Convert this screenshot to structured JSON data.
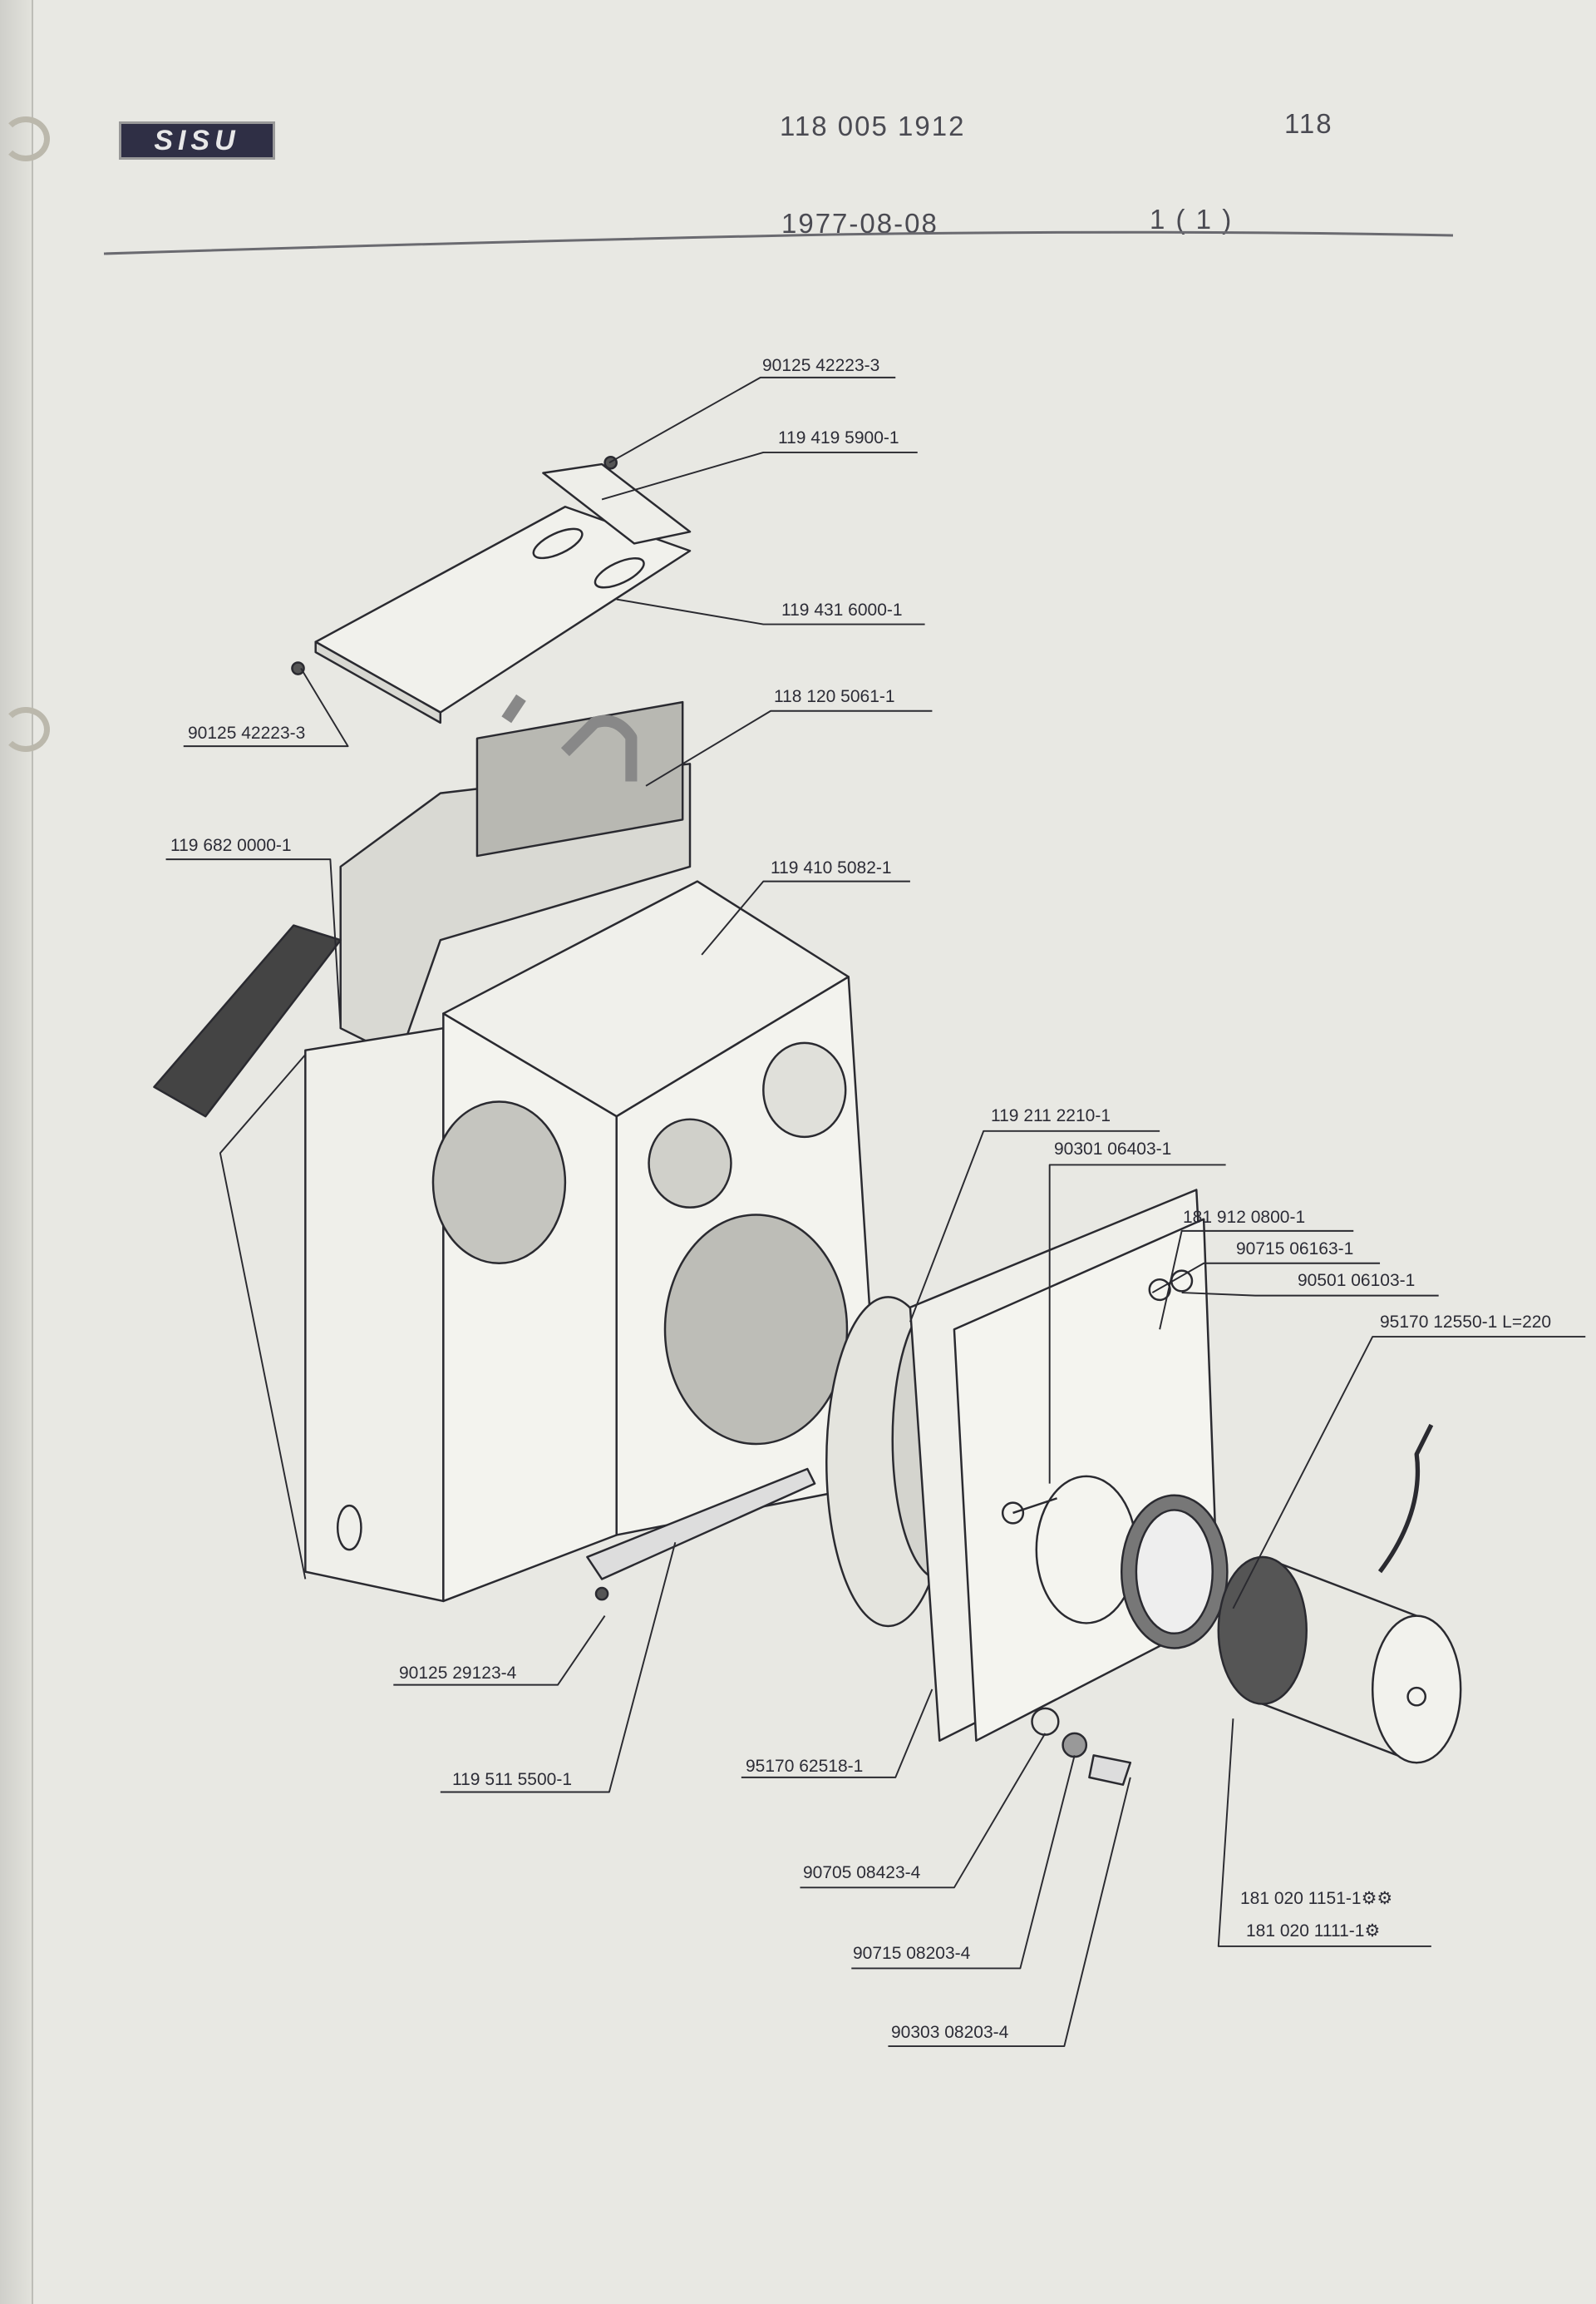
{
  "header": {
    "logo": "SISU",
    "part_number": "118 005 1912",
    "group": "118",
    "date": "1977-08-08",
    "page": "1 ( 1 )"
  },
  "callouts": [
    {
      "id": "screw-top",
      "label": "90125 42223-3"
    },
    {
      "id": "bracket",
      "label": "119 419 5900-1"
    },
    {
      "id": "cover-plate",
      "label": "119 431 6000-1"
    },
    {
      "id": "screw-left",
      "label": "90125 42223-3"
    },
    {
      "id": "heater-core",
      "label": "118 120 5061-1"
    },
    {
      "id": "seal",
      "label": "119 682 0000-1"
    },
    {
      "id": "housing",
      "label": "119 410 5082-1"
    },
    {
      "id": "fan",
      "label": "119 211 2210-1"
    },
    {
      "id": "bolt-plate",
      "label": "90301 06403-1"
    },
    {
      "id": "gasket",
      "label": "181 912 0800-1"
    },
    {
      "id": "washer-plate",
      "label": "90715 06163-1"
    },
    {
      "id": "nut-plate",
      "label": "90501 06103-1"
    },
    {
      "id": "motor-band",
      "label": "95170 12550-1  L=220"
    },
    {
      "id": "screw-bottom",
      "label": "90125 29123-4"
    },
    {
      "id": "bottom-strip",
      "label": "119 511 5500-1"
    },
    {
      "id": "mount-plate",
      "label": "95170 62518-1"
    },
    {
      "id": "washer",
      "label": "90705 08423-4"
    },
    {
      "id": "lock-washer",
      "label": "90715 08203-4"
    },
    {
      "id": "bolt",
      "label": "90303 08203-4"
    },
    {
      "id": "motor-a",
      "label": "181 020 1151-1"
    },
    {
      "id": "motor-b",
      "label": "181 020 1111-1"
    }
  ]
}
